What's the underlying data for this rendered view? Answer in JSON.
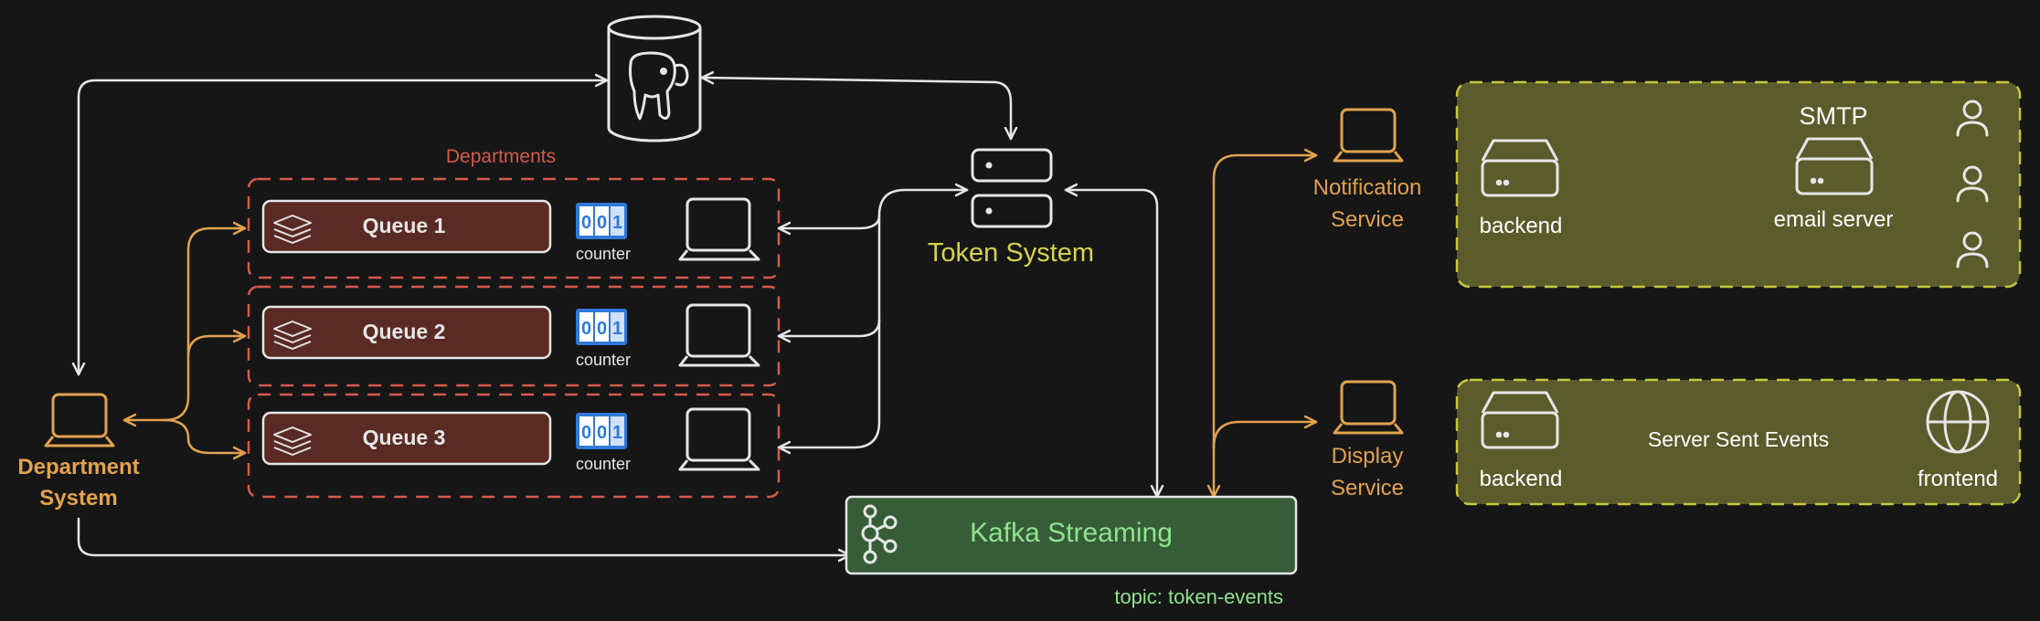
{
  "labels": {
    "departments": "Departments",
    "token_system": "Token System",
    "department_system": [
      "Department",
      "System"
    ],
    "notification_service": [
      "Notification",
      "Service"
    ],
    "display_service": [
      "Display",
      "Service"
    ],
    "kafka": "Kafka Streaming",
    "kafka_topic": "topic: token-events",
    "smtp": "SMTP",
    "backend_email": "backend",
    "email_server": "email server",
    "backend_sse": "backend",
    "frontend": "frontend",
    "sse": "Server Sent Events"
  },
  "queues": [
    {
      "label": "Queue 1",
      "counter_digits": [
        "0",
        "0",
        "1"
      ],
      "counter_label": "counter"
    },
    {
      "label": "Queue 2",
      "counter_digits": [
        "0",
        "0",
        "1"
      ],
      "counter_label": "counter"
    },
    {
      "label": "Queue 3",
      "counter_digits": [
        "0",
        "0",
        "1"
      ],
      "counter_label": "counter"
    }
  ],
  "colors": {
    "background": "#161616",
    "line": "#e6e6e6",
    "accent_orange": "#e2a24f",
    "departments_red": "#d65a4b",
    "queue_fill": "#5a2a24",
    "token_yellow": "#d8d24a",
    "kafka_fill": "#365d37",
    "kafka_text": "#8fe38f",
    "group_fill": "#5a5c2c",
    "group_border": "#c8c83a",
    "counter_blue": "#2f79d9"
  }
}
